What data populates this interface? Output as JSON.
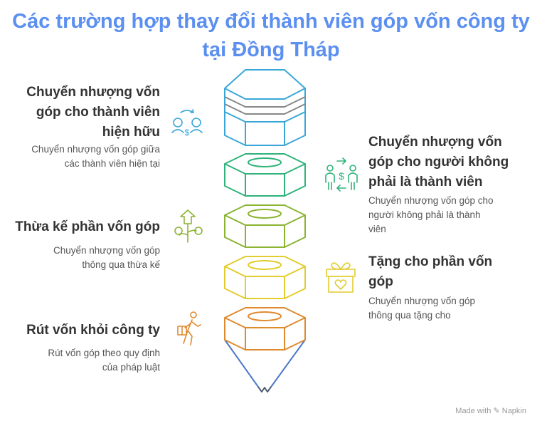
{
  "title": [
    "Các trường hợp thay đổi thành viên góp vốn công ty",
    "tại Đồng Tháp"
  ],
  "items": [
    {
      "title": [
        "Chuyển nhượng vốn",
        "góp cho thành viên",
        "hiện hữu"
      ],
      "desc": [
        "Chuyển nhượng vốn góp giữa",
        "các thành viên hiện tại"
      ],
      "side": "left",
      "color": "#3aa7d8",
      "icon": "people-exchange-icon"
    },
    {
      "title": [
        "Chuyển nhượng vốn",
        "góp cho người không",
        "phải là thành viên"
      ],
      "desc": [
        "Chuyển nhượng vốn góp cho",
        "người không phải là thành",
        "viên"
      ],
      "side": "right",
      "color": "#2fb37a",
      "icon": "person-money-transfer-icon"
    },
    {
      "title": [
        "Thừa kế phần vốn góp"
      ],
      "desc": [
        "Chuyển nhượng vốn góp",
        "thông qua thừa kế"
      ],
      "side": "left",
      "color": "#8bb432",
      "icon": "plant-growth-icon"
    },
    {
      "title": [
        "Tặng cho phần vốn",
        "góp"
      ],
      "desc": [
        "Chuyển nhượng vốn góp",
        "thông qua tặng cho"
      ],
      "side": "right",
      "color": "#e2cc2e",
      "icon": "gift-box-icon"
    },
    {
      "title": [
        "Rút vốn khỏi công ty"
      ],
      "desc": [
        "Rút vốn góp theo quy định",
        "của pháp luật"
      ],
      "side": "left",
      "color": "#e08a2e",
      "icon": "walking-person-icon"
    }
  ],
  "footer": "Made with ✎ Napkin"
}
